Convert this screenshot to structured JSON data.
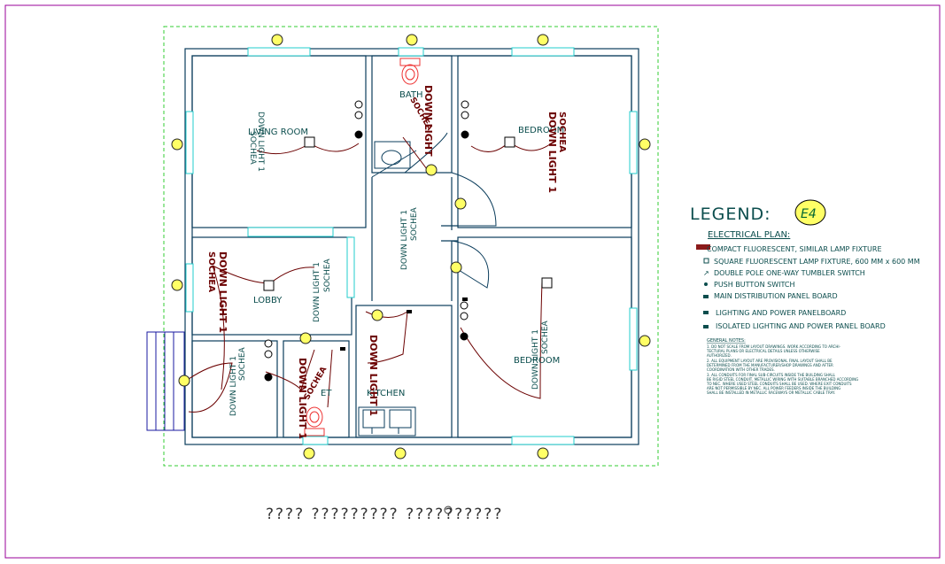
{
  "rooms": {
    "living": "LIVING ROOM",
    "bath": "BATH",
    "bedroom1": "BEDROOM",
    "bedroom2": "BEDROOM",
    "lobby": "LOBBY",
    "kitchen": "KITCHEN",
    "toilet": "ET"
  },
  "fixture_labels": {
    "down_light": "DOWN LIGHT 1",
    "down_light_rot": "DOWN LIGHT",
    "down_light_flip": "DOWN LIGHT 1",
    "sub": "SOCHEA",
    "sub_flip": "SOCHEA"
  },
  "legend": {
    "title": "LEGEND:",
    "badge": "E4",
    "subtitle": "ELECTRICAL PLAN:",
    "items": [
      "COMPACT FLUORESCENT,  SIMILAR LAMP FIXTURE",
      "SQUARE FLUORESCENT LAMP FIXTURE, 600 MM x 600 MM",
      "DOUBLE POLE ONE-WAY TUMBLER SWITCH",
      "PUSH BUTTON SWITCH",
      "MAIN DISTRIBUTION PANEL BOARD",
      "LIGHTING AND POWER PANELBOARD",
      "ISOLATED LIGHTING AND POWER PANEL BOARD"
    ],
    "notes_title": "GENERAL NOTES:",
    "notes": [
      "1.   DO NOT SCALE FROM LAYOUT DRAWINGS. WORK ACCORDING TO ARCHI-",
      "      TECTURAL PLANS OR ELECTRICAL DETAILS UNLESS OTHERWISE",
      "      AUTHORIZED.",
      "2.   ALL EQUIPMENT LAYOUT ARE PROVISIONAL FINAL LAYOUT SHALL BE",
      "      DETERMINED FROM THE MANUFACTURER/SHOP DRAWINGS AND AFTER",
      "      COORDINATION WITH OTHER TRADES.",
      "3.   ALL CONDUITS FOR FINAL SUB-CIRCUITS INSIDE THE BUILDING SHALL",
      "  BE RIGID STEEL CONDUIT, METALLIC WIRING WITH SUITABLE BRANCHED ACCORDING",
      "  TO NEC. WHERE USED STEEL CONDUITS SHALL BE USED. WHERE EXIT CONDUITS",
      "  ARE NOT PERMISSIBLE BY NEC. ALL POWER FEEDERS INSIDE THE BUILDING",
      "  SHALL BE INSTALLED IN METALLIC RACEWAYS OR METALLIC CABLE TRAY."
    ]
  },
  "footer": {
    "caption": "???? ????????? ??????????"
  },
  "colors": {
    "frame": "#990099",
    "wall": "#0b3d5c",
    "window": "#22cccc",
    "boundary": "#33cc33",
    "wire": "#6b0000",
    "text": "#0b4d4d",
    "lamp": "#ffff66",
    "toilet": "#ee3333"
  }
}
